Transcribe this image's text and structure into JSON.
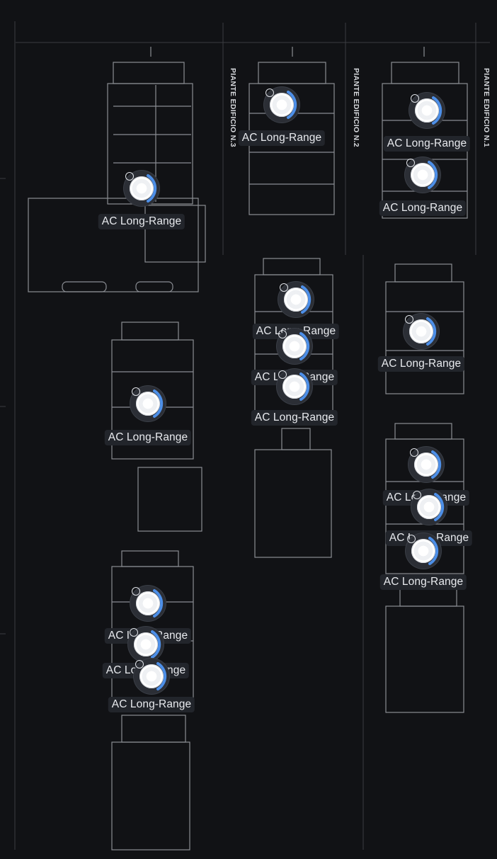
{
  "floorplan": {
    "building_titles": [
      "PIANTE EDIFICIO N.3",
      "PIANTE EDIFICIO N.2",
      "PIANTE EDIFICIO N.1"
    ],
    "access_points": [
      {
        "label": "AC Long-Range"
      },
      {
        "label": "AC Long-Range"
      },
      {
        "label": "AC Long-Range"
      },
      {
        "label": "AC Long-Range"
      },
      {
        "label": "AC Long-Range"
      },
      {
        "label": "AC Long-Range"
      },
      {
        "label": "AC Long-Range"
      },
      {
        "label": "AC Long-Range"
      },
      {
        "label": "AC Long-Range"
      },
      {
        "label": "AC Long-Range"
      },
      {
        "label": "AC Long-Range"
      },
      {
        "label": "AC Long-Range"
      },
      {
        "label": "AC Long-Range"
      },
      {
        "label": "AC Long-Range"
      },
      {
        "label": "AC Long-Range"
      },
      {
        "label": "AC Long-Range"
      }
    ],
    "colors": {
      "background": "#111215",
      "linework": "#8a8d93",
      "signal_arc": "#4d8fe8",
      "label_bg": "#22252b",
      "label_text": "#e8eaee"
    },
    "icons": [
      "access-point-icon"
    ]
  }
}
